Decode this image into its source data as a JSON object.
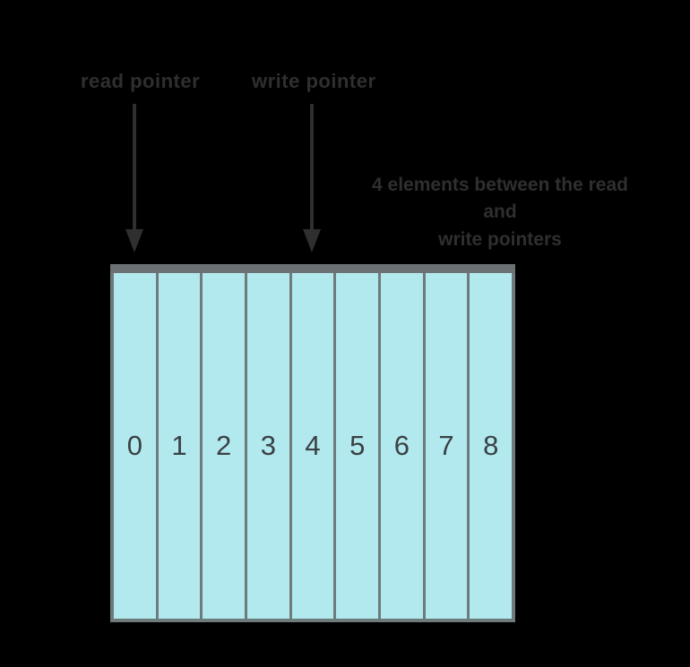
{
  "figure": {
    "type": "array-pointer-diagram",
    "colors": {
      "background": "#000000",
      "cell_fill": "#b2e9ee",
      "frame_gray": "#6f7a7d",
      "top_bar_gray": "#6b7173",
      "annotation_text": "#2f2f2f",
      "cell_number": "#3a4144"
    },
    "labels": {
      "read": "read pointer",
      "write": "write pointer"
    },
    "arrows": [
      {
        "name": "read-pointer-arrow",
        "points_to_cell": "0"
      },
      {
        "name": "write-pointer-arrow",
        "points_to_cell": "4"
      }
    ],
    "note": {
      "line1": "4 elements between the read and",
      "line2": "write pointers"
    },
    "array": {
      "cells": [
        "0",
        "1",
        "2",
        "3",
        "4",
        "5",
        "6",
        "7",
        "8"
      ]
    }
  }
}
